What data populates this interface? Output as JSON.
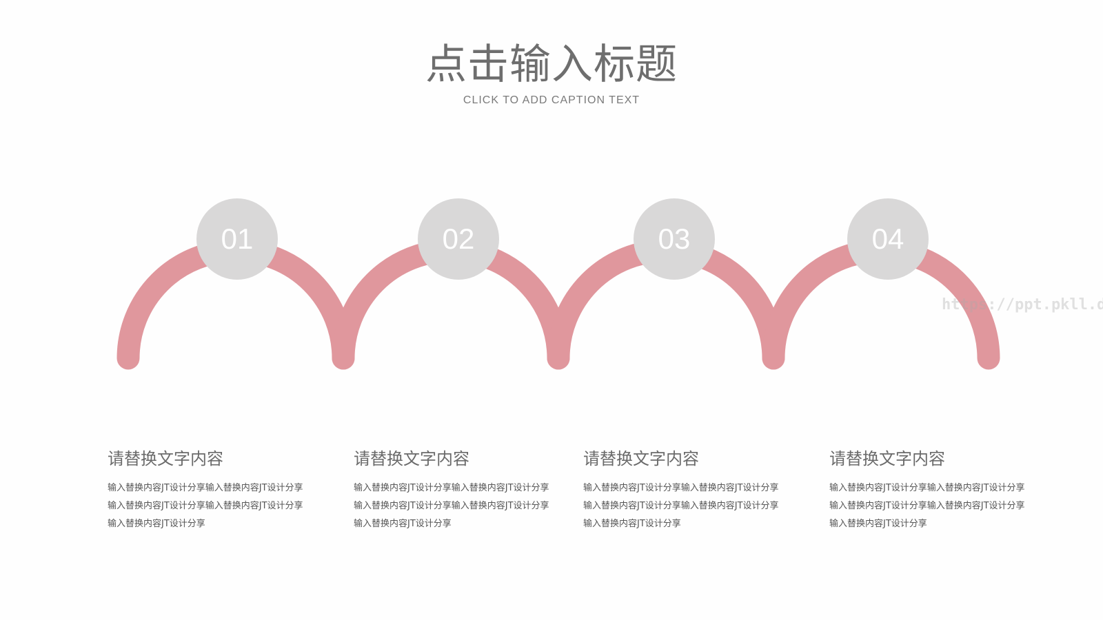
{
  "header": {
    "title": "点击输入标题",
    "subtitle": "CLICK TO ADD CAPTION TEXT"
  },
  "colors": {
    "arc": "#e0979d",
    "circle": "#d9d8d8",
    "number": "#ffffff"
  },
  "watermark": "https://ppt.pkll.de",
  "steps": [
    {
      "number": "01",
      "heading": "请替换文字内容",
      "text": "输入替换内容JT设计分享输入替换内容JT设计分享输入替换内容JT设计分享输入替换内容JT设计分享输入替换内容JT设计分享"
    },
    {
      "number": "02",
      "heading": "请替换文字内容",
      "text": "输入替换内容JT设计分享输入替换内容JT设计分享输入替换内容JT设计分享输入替换内容JT设计分享输入替换内容JT设计分享"
    },
    {
      "number": "03",
      "heading": "请替换文字内容",
      "text": "输入替换内容JT设计分享输入替换内容JT设计分享输入替换内容JT设计分享输入替换内容JT设计分享输入替换内容JT设计分享"
    },
    {
      "number": "04",
      "heading": "请替换文字内容",
      "text": "输入替换内容JT设计分享输入替换内容JT设计分享输入替换内容JT设计分享输入替换内容JT设计分享输入替换内容JT设计分享"
    }
  ]
}
